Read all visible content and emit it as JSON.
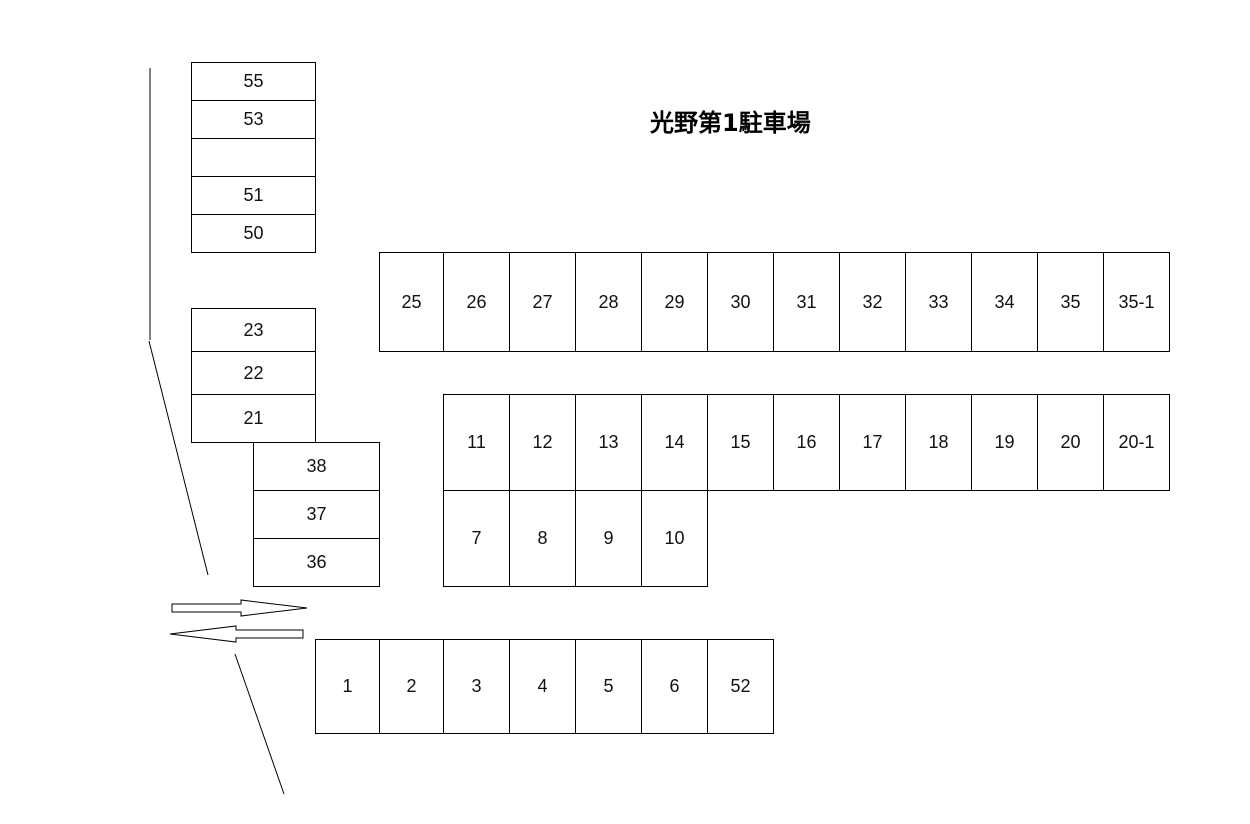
{
  "title": "光野第1駐車場",
  "stalls": {
    "col_top": [
      "55",
      "53",
      "",
      "51",
      "50"
    ],
    "col_mid": [
      "23",
      "22",
      "21"
    ],
    "col_low": [
      "38",
      "37",
      "36"
    ],
    "row_top": [
      "25",
      "26",
      "27",
      "28",
      "29",
      "30",
      "31",
      "32",
      "33",
      "34",
      "35",
      "35-1"
    ],
    "row_mid": [
      "11",
      "12",
      "13",
      "14",
      "15",
      "16",
      "17",
      "18",
      "19",
      "20",
      "20-1"
    ],
    "row_lower": [
      "7",
      "8",
      "9",
      "10"
    ],
    "row_bottom": [
      "1",
      "2",
      "3",
      "4",
      "5",
      "6",
      "52"
    ]
  },
  "colors": {
    "line": "#000000",
    "background": "#ffffff"
  },
  "icons": [
    "entry-arrow-icon",
    "exit-arrow-icon"
  ]
}
